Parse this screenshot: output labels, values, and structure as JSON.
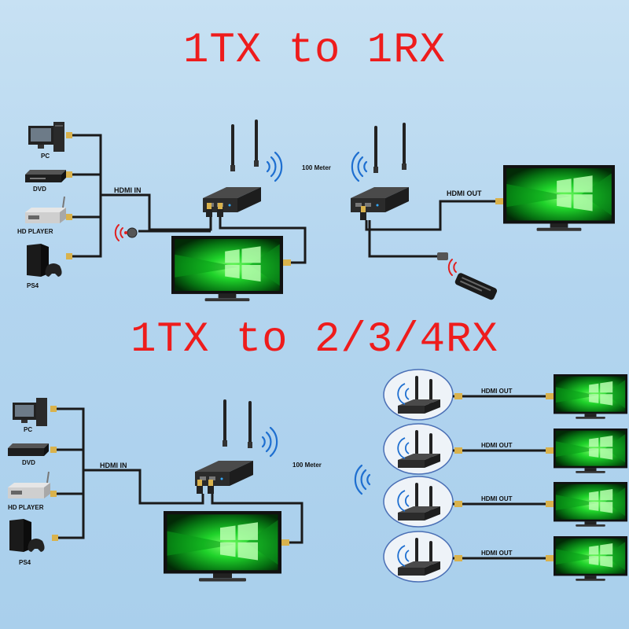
{
  "titles": {
    "top": "1TX to 1RX",
    "bottom": "1TX to 2/3/4RX"
  },
  "labels": {
    "pc": "PC",
    "dvd": "DVD",
    "hd_player": "HD PLAYER",
    "ps4": "PS4",
    "hdmi_in": "HDMI IN",
    "hdmi_out": "HDMI OUT",
    "distance": "100 Meter"
  },
  "colors": {
    "title": "#ee1c1c",
    "cable": "#1a1a1a",
    "screen_glow": "#27d83a",
    "wifi_wave": "#1e6fd0",
    "ir_wave": "#e02020"
  },
  "icons": [
    "pc-icon",
    "dvd-player-icon",
    "hd-player-icon",
    "ps4-console-icon",
    "transmitter-icon",
    "receiver-icon",
    "tv-monitor-icon",
    "wifi-waves-icon",
    "ir-sensor-icon",
    "remote-control-icon"
  ]
}
